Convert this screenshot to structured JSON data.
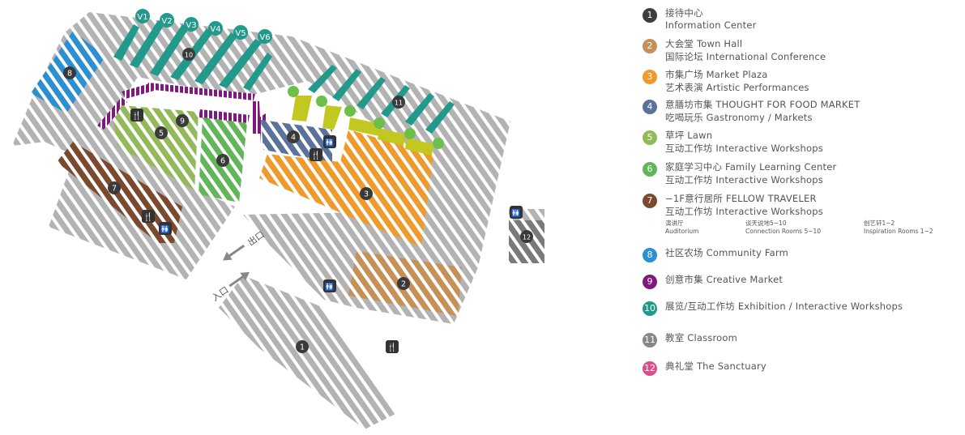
{
  "colors": {
    "grey": "#b3b3b3",
    "dark": "#3d3d3d",
    "brown": "#7b4a2e",
    "orange": "#ef9a2c",
    "tan": "#c69156",
    "blue_grey": "#5a739a",
    "lime": "#c3c820",
    "green_light": "#93ba5a",
    "green": "#62b559",
    "purple": "#7e1a7e",
    "teal": "#229a8b",
    "sky": "#2b8fd1",
    "pink": "#dd4e8c",
    "classroom": "#888888",
    "green_dot": "#6cc04a"
  },
  "legend": [
    {
      "num": "1",
      "color": "#3d3d3d",
      "lines": [
        "接待中心",
        "Information Center"
      ]
    },
    {
      "num": "2",
      "color": "#c69156",
      "lines": [
        "大会堂 Town Hall",
        "国际论坛 International Conference"
      ]
    },
    {
      "num": "3",
      "color": "#ef9a2c",
      "lines": [
        "市集广场 Market Plaza",
        "艺术表演 Artistic Performances"
      ]
    },
    {
      "num": "4",
      "color": "#5a739a",
      "lines": [
        "意膳坊市集 THOUGHT FOR FOOD MARKET",
        "吃喝玩乐 Gastronomy / Markets"
      ]
    },
    {
      "num": "5",
      "color": "#93ba5a",
      "lines": [
        "草坪 Lawn",
        "互动工作坊 Interactive Workshops"
      ]
    },
    {
      "num": "6",
      "color": "#62b559",
      "lines": [
        "家庭学习中心 Family Learning Center",
        "互动工作坊 Interactive Workshops"
      ]
    },
    {
      "num": "7",
      "color": "#7b4a2e",
      "lines": [
        "−1F意行居所 FELLOW TRAVELER",
        "互动工作坊 Interactive Workshops"
      ],
      "sub": [
        {
          "cn": "演讲厅",
          "en": "Auditorium"
        },
        {
          "cn": "谈天说地5−10",
          "en": "Connection Rooms 5−10"
        },
        {
          "cn": "创艺轩1−2",
          "en": "Inspiration Rooms 1−2"
        }
      ]
    },
    {
      "num": "8",
      "color": "#2b8fd1",
      "lines": [
        "社区农场 Community Farm"
      ]
    },
    {
      "num": "9",
      "color": "#7e1a7e",
      "lines": [
        "创意市集 Creative Market"
      ]
    },
    {
      "num": "10",
      "color": "#229a8b",
      "lines": [
        "展览/互动工作坊 Exhibition / Interactive Workshops"
      ]
    },
    {
      "num": "11",
      "color": "#888888",
      "lines": [
        "教室 Classroom"
      ]
    },
    {
      "num": "12",
      "color": "#dd4e8c",
      "lines": [
        "典礼堂 The Sanctuary"
      ]
    }
  ],
  "map": {
    "area_numbers": [
      "1",
      "2",
      "3",
      "4",
      "5",
      "6",
      "7",
      "8",
      "9",
      "10",
      "11",
      "12"
    ],
    "venues": [
      "V1",
      "V2",
      "V3",
      "V4",
      "V5",
      "V6"
    ],
    "exit_label": "出口",
    "entrance_label": "入口"
  }
}
